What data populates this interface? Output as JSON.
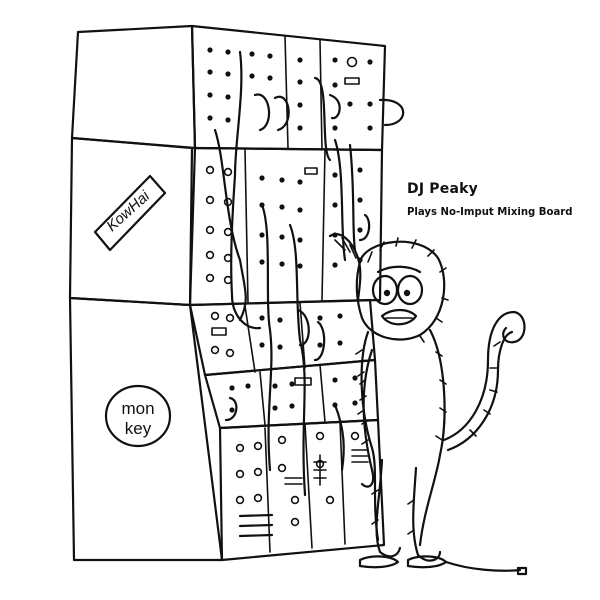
{
  "cover": {
    "artist": "DJ Peaky",
    "subtitle": "Plays No-Imput Mixing Board"
  },
  "drawing": {
    "synth_label_tag": "KowHai",
    "synth_label_round_line1": "mon",
    "synth_label_round_line2": "key",
    "subject": "monkey-icon",
    "instrument": "modular-synth-icon"
  },
  "colors": {
    "ink": "#111111",
    "background": "#ffffff"
  }
}
